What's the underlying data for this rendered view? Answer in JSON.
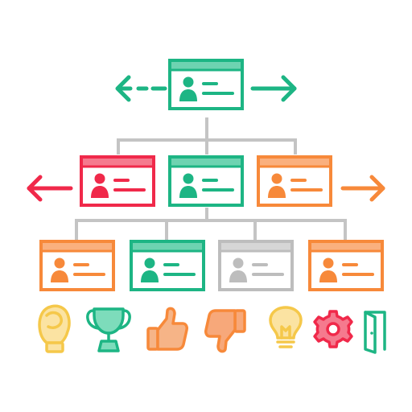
{
  "colors": {
    "green": "#1DB584",
    "green_light": "#6ED3B1",
    "red": "#F0294A",
    "red_light": "#F57A8E",
    "orange": "#F7893A",
    "orange_light": "#FAB07E",
    "gray": "#BDBDBD",
    "gray_light": "#D6D6D6",
    "connector": "#C4C4C4",
    "yellow": "#F5C84A",
    "yellow_fill": "#FBE3A2",
    "thumb_up_fill": "#F6B487",
    "thumb_down_fill": "#F7A87A",
    "trophy_fill": "#7DDCBB"
  },
  "org_chart": {
    "root": {
      "color": "green"
    },
    "level2": [
      {
        "color": "red"
      },
      {
        "color": "green"
      },
      {
        "color": "orange"
      }
    ],
    "level3": [
      {
        "color": "orange"
      },
      {
        "color": "green"
      },
      {
        "color": "gray"
      },
      {
        "color": "orange"
      }
    ],
    "arrows": [
      {
        "direction": "left",
        "style": "dashed",
        "color": "green"
      },
      {
        "direction": "right",
        "style": "solid",
        "color": "green"
      },
      {
        "direction": "left",
        "style": "solid",
        "color": "red"
      },
      {
        "direction": "right",
        "style": "solid",
        "color": "orange"
      }
    ]
  },
  "icons": [
    {
      "name": "boxing-glove-icon",
      "color": "yellow"
    },
    {
      "name": "trophy-icon",
      "color": "green"
    },
    {
      "name": "thumbs-up-icon",
      "color": "orange"
    },
    {
      "name": "thumbs-down-icon",
      "color": "orange"
    },
    {
      "name": "lightbulb-icon",
      "color": "yellow"
    },
    {
      "name": "gear-icon",
      "color": "red"
    },
    {
      "name": "door-icon",
      "color": "green"
    }
  ]
}
